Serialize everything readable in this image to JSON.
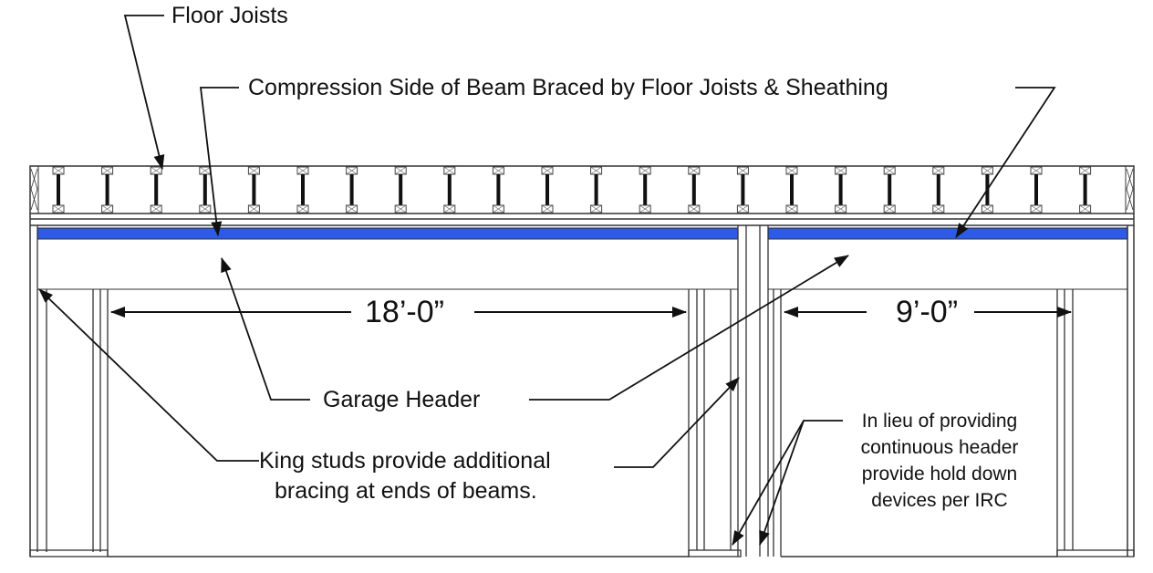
{
  "diagram": {
    "title": "Garage header framing elevation",
    "colors": {
      "line": "#222222",
      "beam_compression_side": "#2d5be8",
      "background": "#ffffff"
    },
    "labels": {
      "floor_joists": "Floor Joists",
      "compression_side": "Compression Side of Beam Braced by Floor Joists & Sheathing",
      "garage_header": "Garage Header",
      "king_studs_line1": "King studs provide additional",
      "king_studs_line2": "bracing at ends of beams.",
      "hold_down_line1": "In lieu of providing",
      "hold_down_line2": "continuous header",
      "hold_down_line3": "provide hold down",
      "hold_down_line4": "devices per IRC"
    },
    "dimensions": {
      "left_span": "18’-0”",
      "right_span": "9’-0”"
    },
    "components": {
      "floor_joist_count": 22,
      "beams": [
        "left-header-beam",
        "right-header-beam"
      ],
      "openings": [
        "left-garage-opening",
        "right-garage-opening"
      ]
    }
  }
}
